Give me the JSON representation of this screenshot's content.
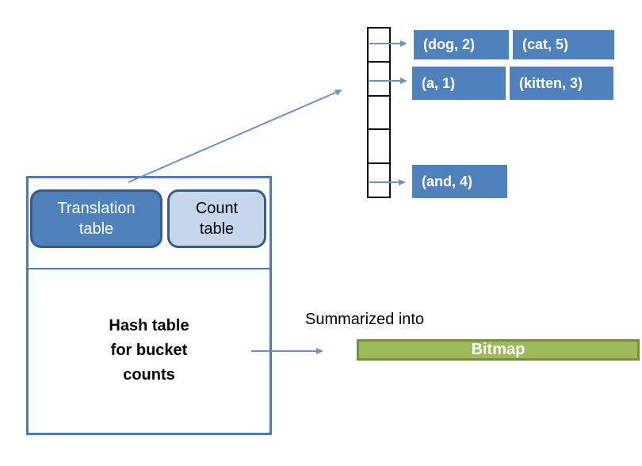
{
  "main_box": {
    "translation_button": {
      "lines": [
        "Translation",
        "table"
      ]
    },
    "count_button": {
      "lines": [
        "Count",
        "table"
      ]
    },
    "hash_lines": [
      "Hash table",
      "for bucket",
      "counts"
    ]
  },
  "bucket_array": {
    "cell_count": 5,
    "entries": [
      {
        "cell_index": 0,
        "pairs": [
          "(dog, 2)",
          "(cat, 5)"
        ]
      },
      {
        "cell_index": 1,
        "pairs": [
          "(a, 1)",
          "(kitten, 3)"
        ]
      },
      {
        "cell_index": 4,
        "pairs": [
          "(and, 4)"
        ]
      }
    ]
  },
  "bitmap": {
    "arrow_label": "Summarized into",
    "label": "Bitmap"
  },
  "colors": {
    "accent_blue": "#4F81BD",
    "light_blue": "#C6D7EB",
    "dark_blue_border": "#385D8A",
    "box_border_blue": "#4C7CB0",
    "arrow_blue": "#6B91C7",
    "bitmap_green": "#9BBB59",
    "bitmap_green_border": "#76903F"
  }
}
